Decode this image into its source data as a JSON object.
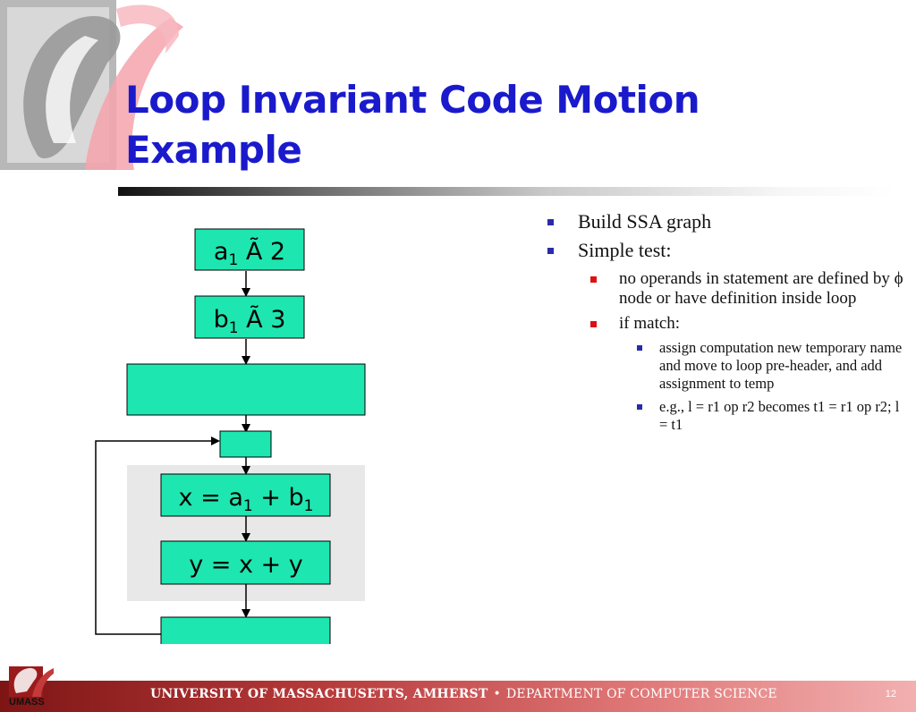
{
  "slide": {
    "title_line1": "Loop Invariant Code Motion",
    "title_line2": "Example"
  },
  "flowchart": {
    "nodes": {
      "n1": {
        "var": "a",
        "sub": "1",
        "rest": " Ã 2"
      },
      "n2": {
        "var": "b",
        "sub": "1",
        "rest": " Ã 3"
      },
      "n5": {
        "lhs": "x = a",
        "sub1": "1",
        "mid": " + b",
        "sub2": "1"
      },
      "n6": {
        "text": "y = x + y"
      }
    },
    "box_fill": "#1ee6b0",
    "loop_region_fill": "#e8e8e8"
  },
  "bullets": {
    "b1": "Build SSA graph",
    "b2": "Simple test:",
    "b2_1": "no operands in statement are defined by ϕ node or have definition inside loop",
    "b2_2": "if  match:",
    "b2_2_1": "assign computation new temporary name and move to loop pre-header, and add assignment to temp",
    "b2_2_2": "e.g., l = r1 op r2 becomes t1 = r1 op r2; l = t1"
  },
  "footer": {
    "university": "UNIVERSITY OF MASSACHUSETTS, AMHERST",
    "separator": "•",
    "department": "DEPARTMENT OF COMPUTER SCIENCE",
    "page_number": "12",
    "logo_text": "UMASS"
  },
  "colors": {
    "title": "#1a1acc",
    "bullet_primary": "#2a2aaa",
    "bullet_secondary": "#dd1111",
    "footer_dark": "#7e1515"
  }
}
